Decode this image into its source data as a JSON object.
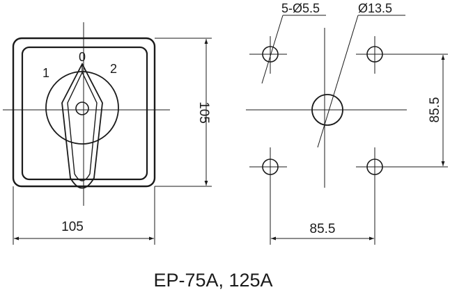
{
  "switch_view": {
    "positions": [
      "1",
      "0",
      "2"
    ],
    "width_dim": "105",
    "height_dim": "105"
  },
  "cutout_view": {
    "small_holes_label": "5-Ø5.5",
    "center_hole_label": "Ø13.5",
    "horizontal_spacing": "85.5",
    "vertical_spacing": "85.5"
  },
  "caption": "EP-75A, 125A",
  "colors": {
    "line": "#1a1a1a",
    "background": "#ffffff"
  }
}
